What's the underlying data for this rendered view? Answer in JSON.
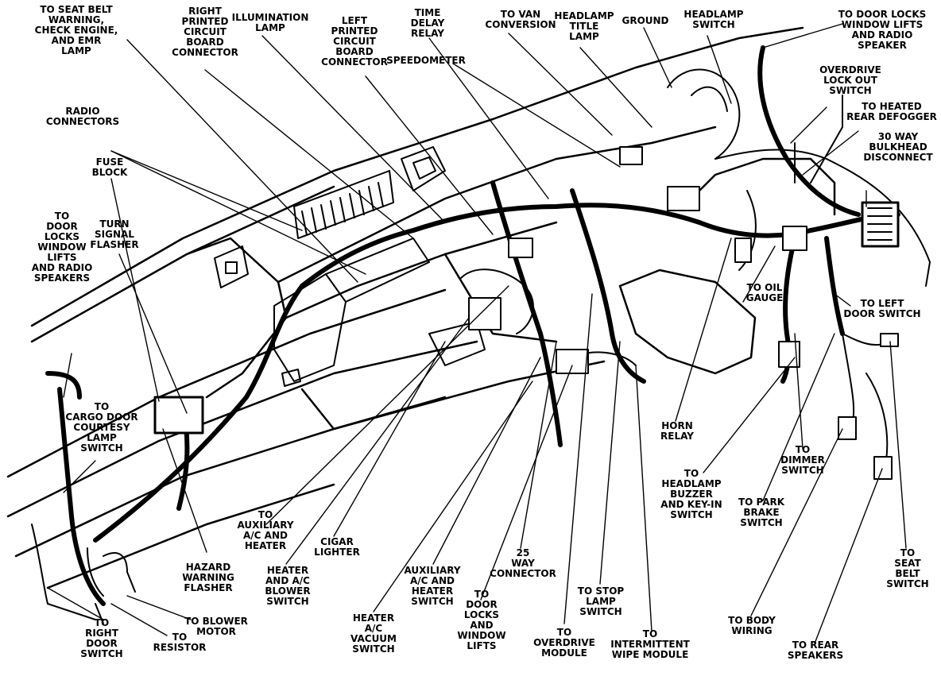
{
  "labels": {
    "seat_belt_warning": "TO SEAT BELT\nWARNING,\nCHECK ENGINE,\nAND EMR\nLAMP",
    "right_pcb_connector": "RIGHT\nPRINTED\nCIRCUIT\nBOARD\nCONNECTOR",
    "illumination_lamp": "ILLUMINATION\nLAMP",
    "left_pcb_connector": "LEFT\nPRINTED\nCIRCUIT\nBOARD\nCONNECTOR",
    "time_delay_relay": "TIME\nDELAY\nRELAY",
    "speedometer": "SPEEDOMETER",
    "van_conversion": "TO VAN\nCONVERSION",
    "headlamp_title_lamp": "HEADLAMP\nTITLE\nLAMP",
    "ground": "GROUND",
    "headlamp_switch": "HEADLAMP\nSWITCH",
    "door_locks_top_right": "TO DOOR LOCKS\nWINDOW LIFTS\nAND RADIO\nSPEAKER",
    "overdrive_lockout": "OVERDRIVE\nLOCK OUT\nSWITCH",
    "heated_rear_defogger": "TO HEATED\nREAR DEFOGGER",
    "bulkhead_disconnect": "30 WAY\nBULKHEAD\nDISCONNECT",
    "radio_connectors": "RADIO\nCONNECTORS",
    "fuse_block": "FUSE\nBLOCK",
    "door_locks_left": "TO\nDOOR\nLOCKS\nWINDOW\nLIFTS\nAND RADIO\nSPEAKERS",
    "turn_signal_flasher": "TURN\nSIGNAL\nFLASHER",
    "cargo_door_courtesy": "TO\nCARGO DOOR\nCOURTESY\nLAMP\nSWITCH",
    "oil_gauge": "TO OIL\nGAUGE",
    "left_door_switch": "TO LEFT\nDOOR SWITCH",
    "horn_relay": "HORN\nRELAY",
    "headlamp_buzzer": "TO\nHEADLAMP\nBUZZER\nAND KEY-IN\nSWITCH",
    "dimmer_switch": "TO\nDIMMER\nSWITCH",
    "park_brake_switch": "TO PARK\nBRAKE\nSWITCH",
    "seat_belt_switch": "TO\nSEAT\nBELT\nSWITCH",
    "body_wiring": "TO BODY\nWIRING",
    "rear_speakers": "TO REAR\nSPEAKERS",
    "auxiliary_ac_heater": "TO\nAUXILIARY\nA/C AND\nHEATER",
    "cigar_lighter": "CIGAR\nLIGHTER",
    "heater_ac_blower": "HEATER\nAND A/C\nBLOWER\nSWITCH",
    "hazard_warning_flasher": "HAZARD\nWARNING\nFLASHER",
    "heater_ac_vacuum": "HEATER\nA/C\nVACUUM\nSWITCH",
    "aux_ac_heater_switch": "AUXILIARY\nA/C AND\nHEATER\nSWITCH",
    "door_locks_window_lifts": "TO\nDOOR\nLOCKS\nAND\nWINDOW\nLIFTS",
    "way25_connector": "25\nWAY\nCONNECTOR",
    "overdrive_module": "TO\nOVERDRIVE\nMODULE",
    "stop_lamp_switch": "TO STOP\nLAMP\nSWITCH",
    "intermittent_wipe": "TO\nINTERMITTENT\nWIPE MODULE",
    "right_door_switch": "TO\nRIGHT\nDOOR\nSWITCH",
    "to_resistor": "TO\nRESISTOR",
    "blower_motor": "TO BLOWER\nMOTOR"
  }
}
